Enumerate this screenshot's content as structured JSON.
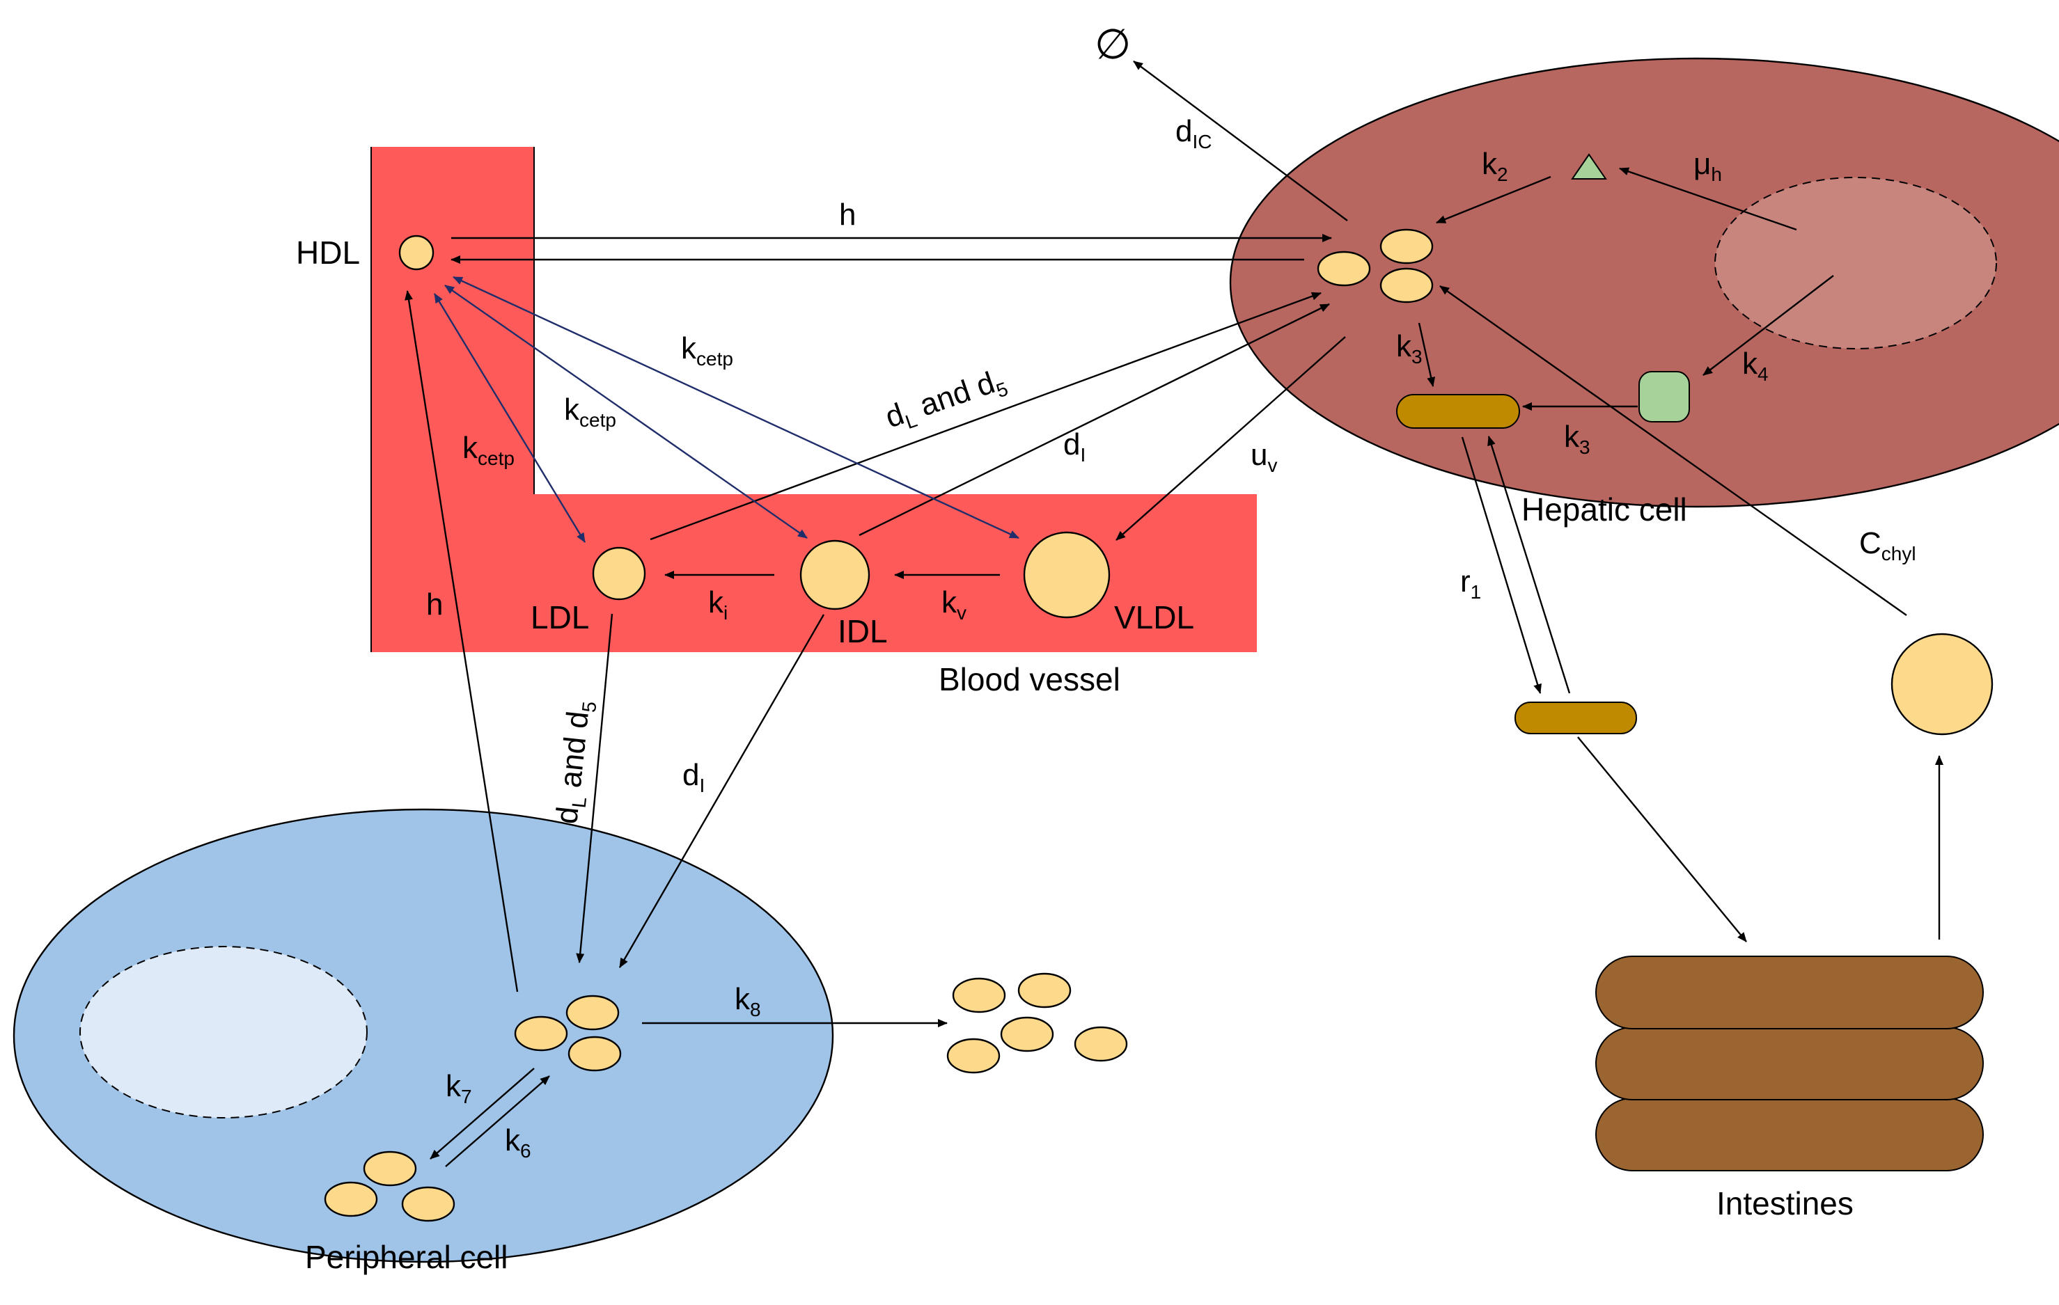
{
  "colors": {
    "vessel": "#ff5a5a",
    "hepatic": "#b86660",
    "hepatic_nucleus": "#c8857e",
    "peripheral": "#a0c3e8",
    "peripheral_nucleus": "#deeaf7",
    "cholesterol": "#fdd98b",
    "bile": "#c08a00",
    "intestine": "#9a6531",
    "synthesis_triangle": "#a7d39b",
    "synthesis_square": "#a7d39b",
    "cetp_arrow": "#1f2d6b"
  },
  "compartments": {
    "hepatic": "Hepatic cell",
    "vessel": "Blood vessel",
    "peripheral": "Peripheral cell",
    "intestines": "Intestines"
  },
  "lipoproteins": {
    "hdl": "HDL",
    "ldl": "LDL",
    "idl": "IDL",
    "vldl": "VLDL"
  },
  "sink_symbol": "∅",
  "rates": {
    "h": "h",
    "k": "k",
    "d": "d",
    "u": "u",
    "mu": "μ",
    "r": "r",
    "C": "C",
    "and": " and ",
    "sub_cetp": "cetp",
    "sub_L": "L",
    "sub_I": "I",
    "sub_IC": "IC",
    "sub_i": "i",
    "sub_v": "v",
    "sub_h": "h",
    "sub_chyl": "chyl",
    "n1": "1",
    "n2": "2",
    "n3": "3",
    "n4": "4",
    "n5": "5",
    "n6": "6",
    "n7": "7",
    "n8": "8"
  }
}
